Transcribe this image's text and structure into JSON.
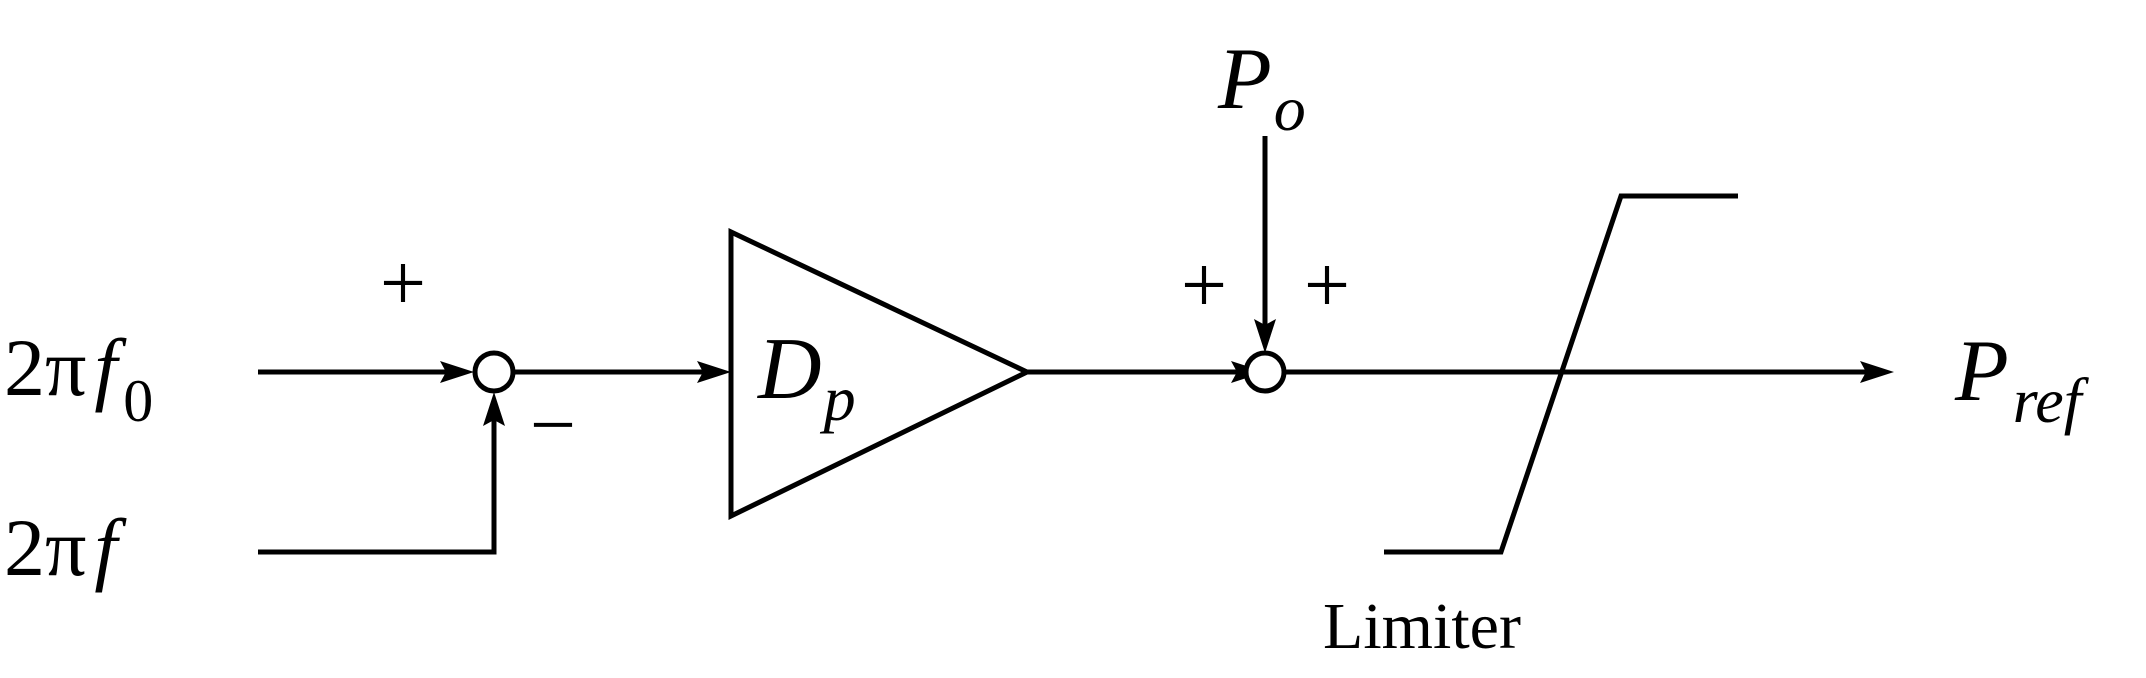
{
  "inputs": {
    "ref_freq": {
      "coef": "2π",
      "var": "f",
      "sub": "0"
    },
    "meas_freq": {
      "coef": "2π",
      "var": "f"
    }
  },
  "sum1": {
    "plus": "+",
    "minus": "−"
  },
  "gain": {
    "var": "D",
    "sub": "p"
  },
  "setpoint": {
    "var": "P",
    "sub": "o"
  },
  "sum2": {
    "plus_left": "+",
    "plus_top": "+"
  },
  "limiter": {
    "label": "Limiter"
  },
  "output": {
    "var": "P",
    "sub": "ref"
  }
}
